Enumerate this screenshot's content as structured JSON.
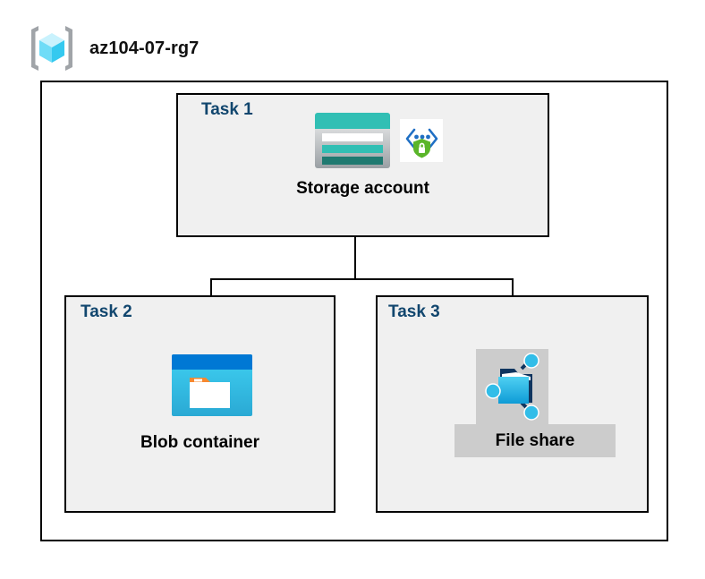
{
  "diagram": {
    "resource_group": {
      "name": "az104-07-rg7",
      "icon": "resource-group-cube-icon"
    },
    "nodes": [
      {
        "task_label": "Task 1",
        "node_label": "Storage account",
        "icon": "storage-account-icon",
        "badge_icon": "secure-private-endpoint-shield-icon",
        "selected": false
      },
      {
        "task_label": "Task 2",
        "node_label": "Blob container",
        "icon": "blob-container-icon",
        "selected": false
      },
      {
        "task_label": "Task 3",
        "node_label": "File share",
        "icon": "file-share-icon",
        "selected": true
      }
    ],
    "colors": {
      "task_label": "#11466e",
      "box_fill": "#f0f0f0",
      "box_border": "#000000",
      "canvas": "#ffffff",
      "selection_highlight": "#cccccc",
      "storage_teal": "#31bfb4",
      "storage_teal_dark": "#1f7a71",
      "blob_blue": "#0078d4",
      "blob_cyan": "#32c8f0",
      "blob_orange": "#f7882f",
      "fileshare_blue": "#32bde8",
      "shield_green": "#5ab52a",
      "cube_cyan": "#9fe8fb",
      "bracket_gray": "#a0a4a8"
    }
  }
}
